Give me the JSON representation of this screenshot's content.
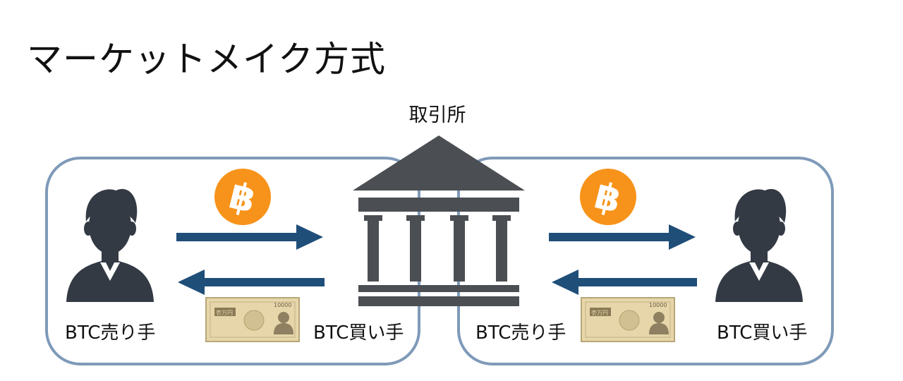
{
  "title": "マーケットメイク方式",
  "exchange": {
    "label": "取引所"
  },
  "groups": [
    {
      "seller_label": "BTC売り手",
      "buyer_label": "BTC買い手"
    },
    {
      "seller_label": "BTC売り手",
      "buyer_label": "BTC買い手"
    }
  ],
  "icons": {
    "person": "person-icon",
    "coin": "bitcoin-coin-icon",
    "banknote": "yen-banknote-icon",
    "exchange": "bank-building-icon"
  },
  "banknote_text": {
    "denomination": "10000",
    "face": "壱万円"
  },
  "colors": {
    "box_border": "#7f9ab9",
    "arrow": "#1f4e79",
    "coin": "#f7931a",
    "person": "#333a44",
    "building": "#4b4e52",
    "banknote": "#e6d6aa"
  }
}
